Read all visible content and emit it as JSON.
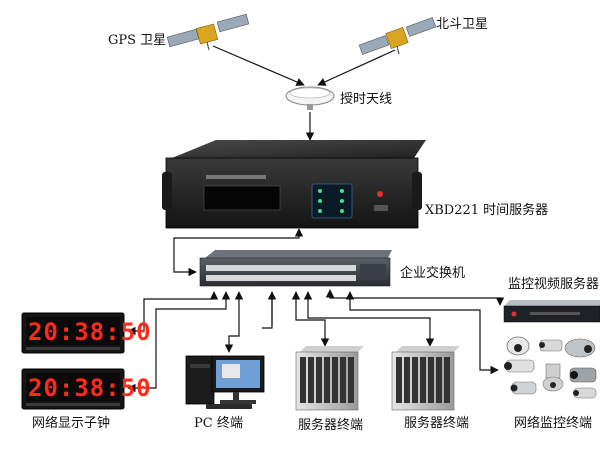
{
  "labels": {
    "gps_satellite": "GPS 卫星",
    "beidou_satellite": "北斗卫星",
    "antenna": "授时天线",
    "time_server": "XBD221 时间服务器",
    "switch": "企业交换机",
    "video_server": "监控视频服务器",
    "network_clock": "网络显示子钟",
    "pc_terminal": "PC 终端",
    "server_terminal_1": "服务器终端",
    "server_terminal_2": "服务器终端",
    "camera_terminal": "网络监控终端"
  },
  "clocks": [
    "20:38:50",
    "20:38:50"
  ],
  "colors": {
    "line": "#111111",
    "device_dark": "#2a2a2a",
    "clock_digits": "#ff2a1a"
  }
}
